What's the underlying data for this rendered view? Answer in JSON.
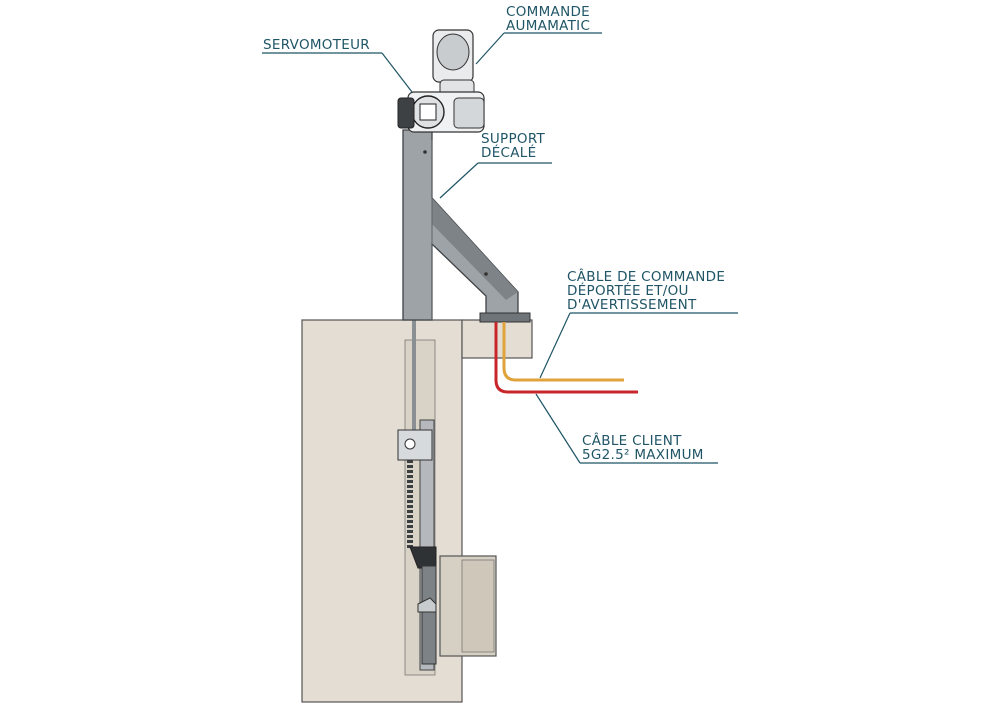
{
  "labels": {
    "commande": {
      "line1": "COMMANDE",
      "line2": "AUMAMATIC"
    },
    "servomoteur": {
      "line1": "SERVOMOTEUR"
    },
    "support": {
      "line1": "SUPPORT",
      "line2": "DÉCALÉ"
    },
    "cable_commande": {
      "line1": "CÂBLE DE COMMANDE",
      "line2": "DÉPORTÉE ET/OU",
      "line3": "D'AVERTISSEMENT"
    },
    "cable_client": {
      "line1": "CÂBLE CLIENT",
      "line2": "5G2.5² MAXIMUM"
    }
  },
  "colors": {
    "label_text": "#1f5566",
    "concrete": "#e3ddd3",
    "concrete_dark": "#cfc7ba",
    "steel": "#9ea3a8",
    "steel_dark": "#5f6468",
    "cable_control": "#e0a23a",
    "cable_client": "#c8262a"
  }
}
